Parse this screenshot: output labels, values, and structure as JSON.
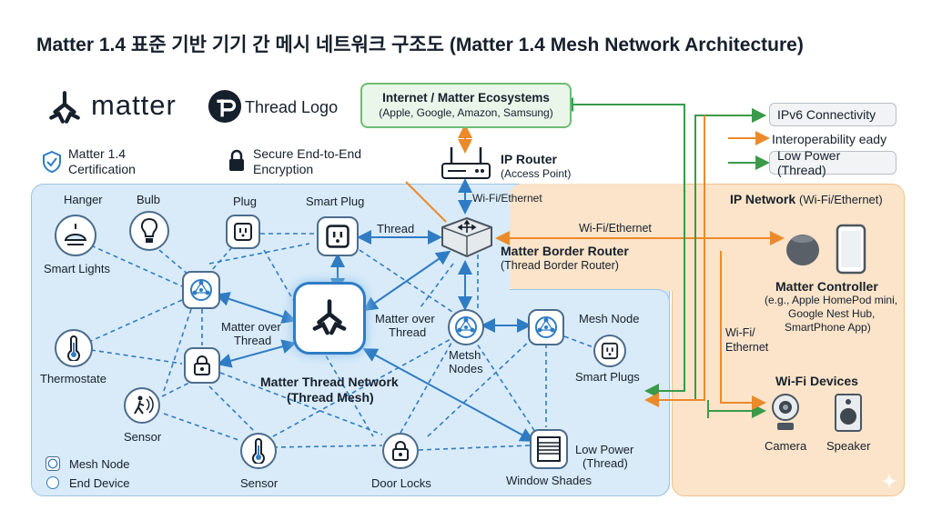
{
  "title": "Matter 1.4 표준 기반 기기 간 메시 네트워크 구조도 (Matter 1.4 Mesh Network Architecture)",
  "branding": {
    "matter_logo_text": "matter",
    "thread_logo_text": "Thread Logo",
    "certification": "Matter 1.4 Certification",
    "certification_lines": [
      "Matter 1.4",
      "Certification"
    ],
    "encryption_lines": [
      "Secure End-to-End",
      "Encryption"
    ]
  },
  "internet": {
    "title": "Internet / Matter Ecosystems",
    "subtitle": "(Apple, Google, Amazon, Samsung)"
  },
  "ip_router": {
    "title": "IP Router",
    "subtitle": "(Access Point)"
  },
  "border_router": {
    "title": "Matter Border Router",
    "subtitle": "(Thread Border Router)"
  },
  "legend_right": {
    "items": [
      {
        "label": "IPv6 Connectivity",
        "color": "#3a9a4a"
      },
      {
        "label": "Interoperability eady",
        "color": "#ec8a2b"
      },
      {
        "label": "Low Power (Thread)",
        "color": "#3a9a4a"
      }
    ]
  },
  "ip_network": {
    "title": "IP Network",
    "title_suffix": "(Wi-Fi/Ethernet)",
    "controller_title": "Matter Controller",
    "controller_lines": [
      "(e.g., Apple HomePod mini,",
      "Google Nest Hub,",
      "SmartPhone App)"
    ],
    "wifi_devices_title": "Wi-Fi Devices",
    "camera": "Camera",
    "speaker": "Speaker"
  },
  "links": {
    "router_to_border": "Wi-Fi/Ethernet",
    "border_to_ip": "Wi-Fi/Ethernet",
    "ip_side_lines": [
      "Wi-Fi/",
      "Ethernet"
    ],
    "thread": "Thread",
    "matter_over_thread_left": [
      "Matter over",
      "Thread"
    ],
    "matter_over_thread_right": [
      "Matter over",
      "Thread"
    ]
  },
  "thread_network": {
    "center_title": "Matter Thread Network",
    "center_subtitle": "(Thread Mesh)",
    "devices": {
      "hanger": "Hanger",
      "bulb": "Bulb",
      "plug": "Plug",
      "smart_plug": "Smart Plug",
      "smart_lights": "Smart Lights",
      "thermostate": "Thermostate",
      "sensor_left": "Sensor",
      "sensor_bottom": "Sensor",
      "door_locks": "Door Locks",
      "window_shades": "Window Shades",
      "low_power_lines": [
        "Low Power",
        "(Thread)"
      ],
      "metsh_nodes_lines": [
        "Metsh",
        "Nodes"
      ],
      "mesh_node": "Mesh Node",
      "smart_plugs": "Smart Plugs"
    }
  },
  "legend_left": {
    "mesh_node": "Mesh Node",
    "end_device": "End Device"
  },
  "colors": {
    "thread_blue": "#2f7cc4",
    "ip_orange": "#ec8a2b",
    "ipv6_green": "#3a9a4a",
    "thread_area": "#d9ebf8",
    "ip_area": "#fbe4c9"
  }
}
